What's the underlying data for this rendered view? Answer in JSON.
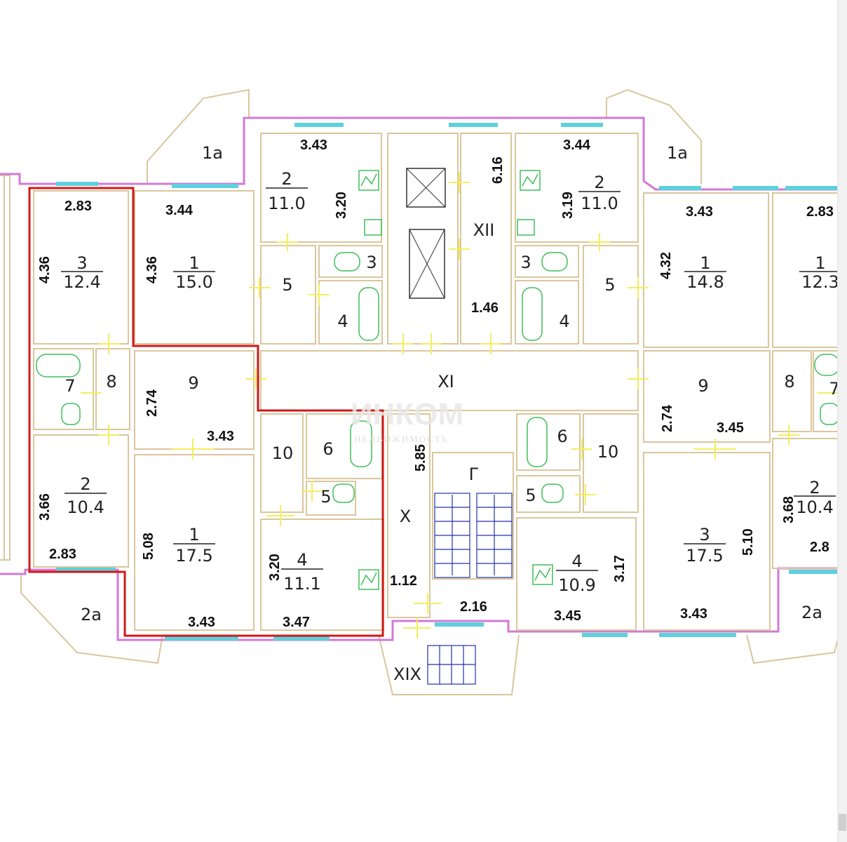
{
  "dimensions": [
    "2.83",
    "3.44",
    "3.43",
    "6.16",
    "3.44",
    "3.43",
    "2.83",
    "4.36",
    "4.36",
    "3.20",
    "3.19",
    "4.32",
    "1.46",
    "2.74",
    "3.43",
    "2.74",
    "3.45",
    "3.66",
    "5.08",
    "2.83",
    "5.85",
    "3.20",
    "1.12",
    "2.16",
    "3.17",
    "5.10",
    "3.68",
    "2.8",
    "3.43",
    "3.47",
    "3.45",
    "3.43"
  ],
  "rooms": [
    {
      "num": "3",
      "area": "12.4"
    },
    {
      "num": "1",
      "area": "15.0"
    },
    {
      "num": "2",
      "area": "11.0"
    },
    {
      "num": "2",
      "area": "11.0"
    },
    {
      "num": "1",
      "area": "14.8"
    },
    {
      "num": "1",
      "area": "12.3"
    },
    {
      "num": "2",
      "area": "10.4"
    },
    {
      "num": "1",
      "area": "17.5"
    },
    {
      "num": "4",
      "area": "11.1"
    },
    {
      "num": "4",
      "area": "10.9"
    },
    {
      "num": "3",
      "area": "17.5"
    },
    {
      "num": "2",
      "area": "10.4"
    }
  ],
  "labels": [
    "1a",
    "1a",
    "5",
    "3",
    "4",
    "XII",
    "3",
    "5",
    "4",
    "7",
    "8",
    "9",
    "XI",
    "9",
    "8",
    "7",
    "10",
    "6",
    "5",
    "6",
    "10",
    "5",
    "Г",
    "X",
    "2a",
    "2a",
    "XIX"
  ],
  "watermark": {
    "brand": "ИНКОМ",
    "sub": "НЕДВИЖИМОСТЬ"
  },
  "colors": {
    "outline": "#d01818",
    "wall": "#d9c79c",
    "outer_wall": "#d27ad6",
    "window": "#5fd0de",
    "door": "#f2ee60",
    "fixture": "#3fbf5a"
  }
}
